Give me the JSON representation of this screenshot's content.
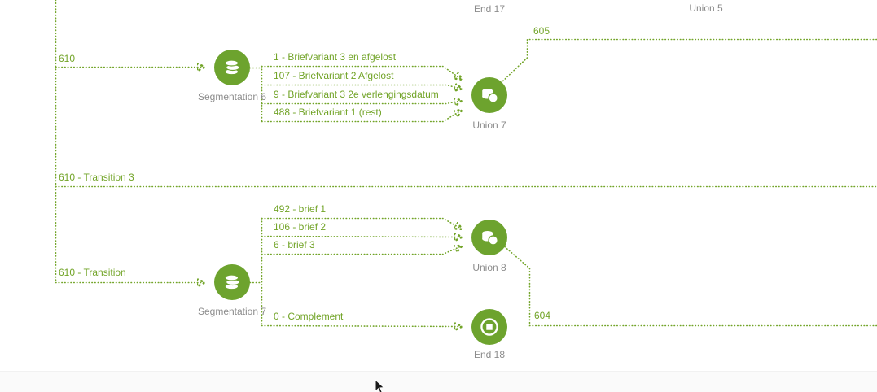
{
  "colors": {
    "accent_green": "#72a428",
    "node_green": "#6da32e",
    "label_gray": "#8c8c8c",
    "background": "#ffffff"
  },
  "offscreen_nodes": {
    "end17": "End 17",
    "union5": "Union 5"
  },
  "nodes": {
    "segmentation6": "Segmentation 6",
    "union7": "Union 7",
    "segmentation7": "Segmentation 7",
    "union8": "Union 8",
    "end18": "End 18"
  },
  "transitions": {
    "t610": "610",
    "t605": "605",
    "t604": "604",
    "transition3": "610 - Transition 3",
    "transition": "610 - Transition",
    "seg6_branch1": "1 - Briefvariant 3 en afgelost",
    "seg6_branch2": "107 - Briefvariant 2 Afgelost",
    "seg6_branch3": "9 - Briefvariant 3 2e verlengingsdatum",
    "seg6_branch4": "488 - Briefvariant 1 (rest)",
    "seg7_branch1": "492 - brief 1",
    "seg7_branch2": "106 - brief 2",
    "seg7_branch3": "6 - brief 3",
    "seg7_complement": "0 - Complement"
  }
}
